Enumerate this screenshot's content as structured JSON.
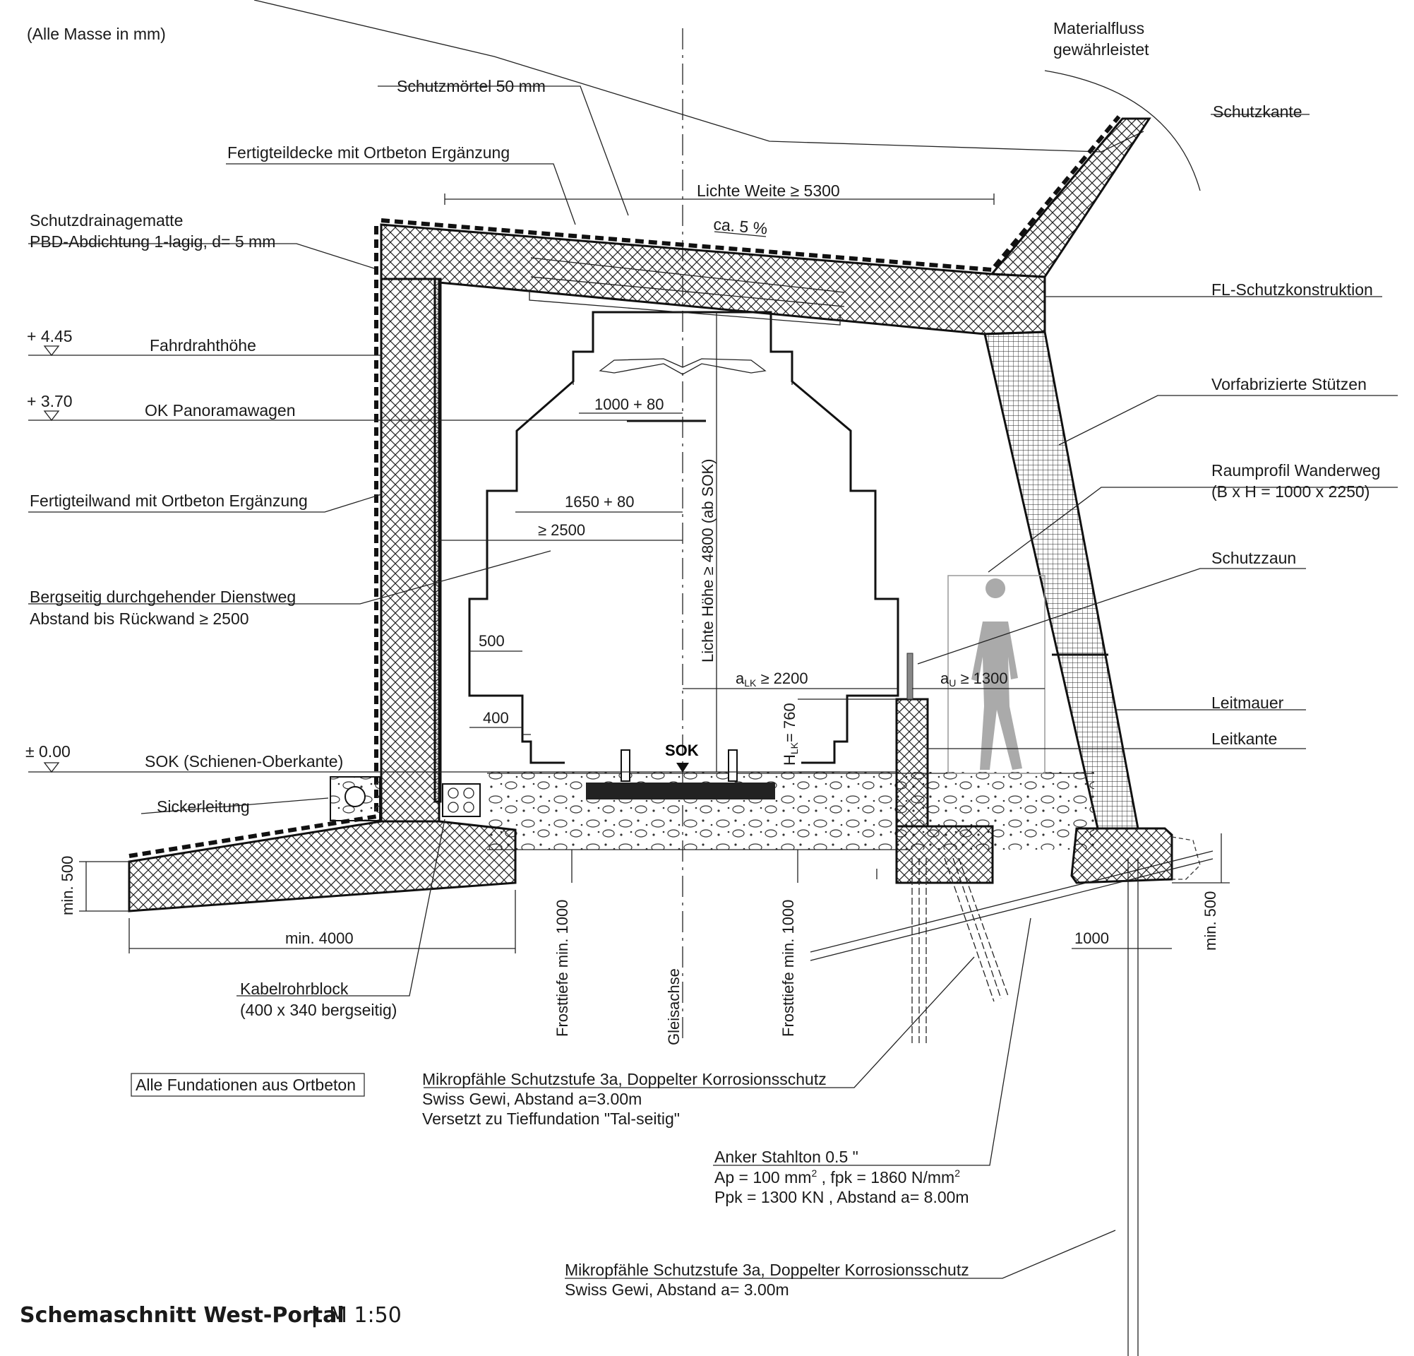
{
  "notes": {
    "units": "(Alle Masse in mm)",
    "foundations": "Alle Fundationen aus Ortbeton",
    "title": "Schemaschnitt West-Portal",
    "scale": "M 1:50"
  },
  "labels": {
    "materialfluss_1": "Materialfluss",
    "materialfluss_2": "gewährleistet",
    "schutzmoertel": "Schutzmörtel 50 mm",
    "schutzkante": "Schutzkante",
    "fertigteildecke": "Fertigteildecke mit Ortbeton Ergänzung",
    "lichte_weite": "Lichte Weite ≥ 5300",
    "gefaelle": "ca. 5 %",
    "drainagematte": "Schutzdrainagematte",
    "pbd": "PBD-Abdichtung 1-lagig, d= 5 mm",
    "fl_schutz": "FL-Schutzkonstruktion",
    "level_445": "+ 4.45",
    "fahrdraht": "Fahrdrahthöhe",
    "level_370": "+ 3.70",
    "ok_panorama": "OK Panoramawagen",
    "stuetzen": "Vorfabrizierte Stützen",
    "fertigteilwand": "Fertigteilwand mit Ortbeton Ergänzung",
    "raumprofil_1": "Raumprofil Wanderweg",
    "raumprofil_2": "(B x H = 1000 x 2250)",
    "schutzzaun": "Schutzzaun",
    "dienstweg_1": "Bergseitig durchgehender Dienstweg",
    "dienstweg_2": "Abstand bis Rückwand ≥ 2500",
    "leitmauer": "Leitmauer",
    "leitkante": "Leitkante",
    "level_000": "± 0.00",
    "sok_full": "SOK (Schienen-Oberkante)",
    "sok": "SOK",
    "sickerleitung": "Sickerleitung",
    "kabelrohr_1": "Kabelrohrblock",
    "kabelrohr_2": "(400 x 340 bergseitig)",
    "mikro1_1": "Mikropfähle Schutzstufe 3a, Doppelter Korrosionsschutz",
    "mikro1_2": "Swiss Gewi, Abstand a=3.00m",
    "mikro1_3": "Versetzt zu Tieffundation \"Tal-seitig\"",
    "anker_1": "Anker Stahlton 0.5 \"",
    "anker_2a": "Ap = 100 mm",
    "anker_2b": "2",
    "anker_2c": " , fpk = 1860 N/mm",
    "anker_2d": "2",
    "anker_3": "Ppk = 1300 KN , Abstand a= 8.00m",
    "mikro2_1": "Mikropfähle Schutzstufe 3a, Doppelter Korrosionsschutz",
    "mikro2_2": "Swiss Gewi, Abstand a= 3.00m"
  },
  "dimensions": {
    "d_1000_80": "1000 + 80",
    "d_1650_80": "1650 + 80",
    "d_2500": "≥ 2500",
    "lichte_hoehe": "Lichte Höhe ≥ 4800 (ab SOK)",
    "d_500": "500",
    "d_400": "400",
    "alk_a": "a",
    "alk_sub": "LK",
    "alk_rest": " ≥ 2200",
    "au_a": "a",
    "au_sub": "U",
    "au_rest": " ≥ 1300",
    "hlk_h": "H",
    "hlk_sub": "LK",
    "hlk_rest": "= 760",
    "min500_left": "min. 500",
    "min4000": "min. 4000",
    "frost_left": "Frosttiefe min. 1000",
    "gleisachse": "Gleisachse",
    "frost_right": "Frosttiefe min. 1000",
    "d_1000_right": "1000",
    "min500_right": "min. 500"
  }
}
